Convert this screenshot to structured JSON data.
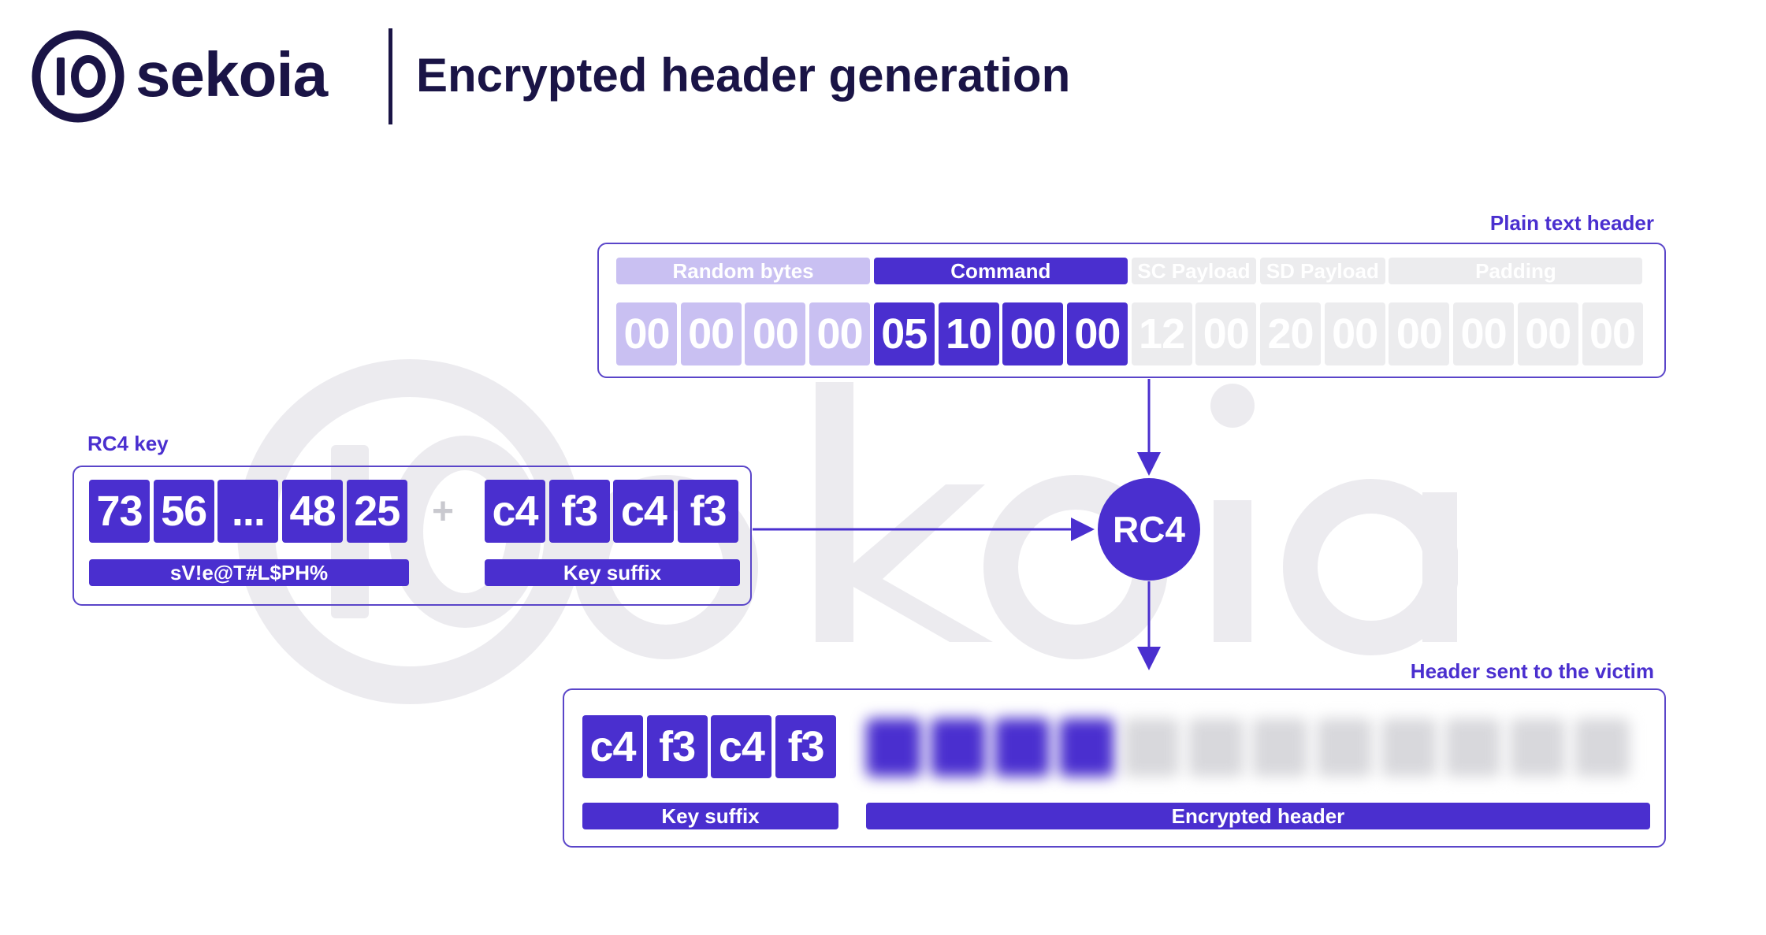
{
  "header": {
    "logo_text": "sekoia",
    "title": "Encrypted header generation"
  },
  "colors": {
    "navy": "#1a1446",
    "accent": "#4a2fcf",
    "accent_light": "#c9c0f2",
    "gray": "#ececee"
  },
  "icons": {
    "logo": "sekoia-logo-icon",
    "arrow": "arrow-right-icon"
  },
  "plain_header": {
    "label": "Plain text header",
    "segments": [
      {
        "label": "Random bytes",
        "style": "light",
        "bytes": [
          "00",
          "00",
          "00",
          "00"
        ]
      },
      {
        "label": "Command",
        "style": "dark",
        "bytes": [
          "05",
          "10",
          "00",
          "00"
        ]
      },
      {
        "label": "SC Payload",
        "style": "gray",
        "bytes": [
          "12",
          "00"
        ]
      },
      {
        "label": "SD Payload",
        "style": "gray",
        "bytes": [
          "20",
          "00"
        ]
      },
      {
        "label": "Padding",
        "style": "gray",
        "bytes": [
          "00",
          "00",
          "00",
          "00"
        ]
      }
    ]
  },
  "rc4_key": {
    "label": "RC4 key",
    "prefix_bytes": [
      "73",
      "56",
      "...",
      "48",
      "25"
    ],
    "prefix_label": "sV!e@T#L$PH%",
    "plus": "+",
    "suffix_bytes": [
      "c4",
      "f3",
      "c4",
      "f3"
    ],
    "suffix_label": "Key suffix"
  },
  "rc4_node": {
    "label": "RC4"
  },
  "victim_header": {
    "label": "Header sent to the victim",
    "suffix_bytes": [
      "c4",
      "f3",
      "c4",
      "f3"
    ],
    "suffix_label": "Key suffix",
    "encrypted_label": "Encrypted header"
  }
}
